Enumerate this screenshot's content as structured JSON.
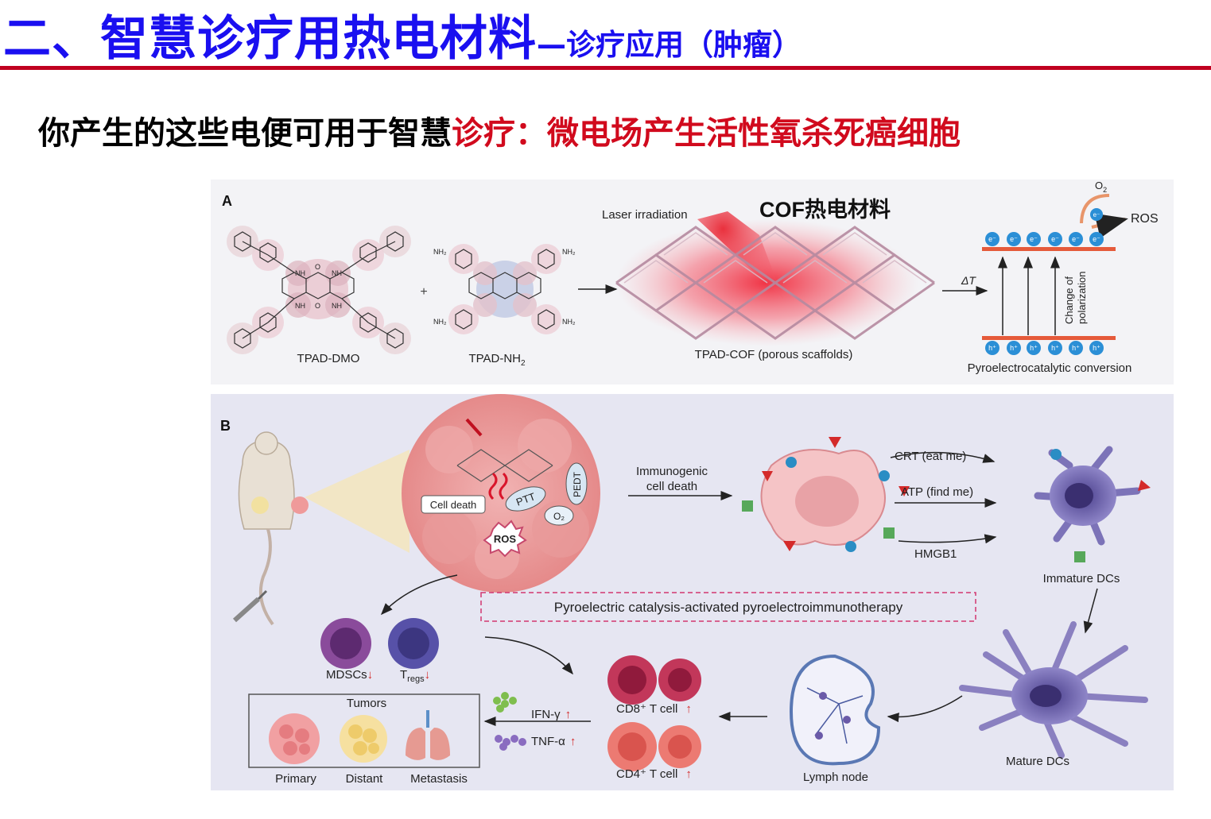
{
  "header": {
    "title_main": "二、智慧诊疗用热电材料",
    "title_sub": "—诊疗应用（肿瘤）",
    "subtitle_black": "你产生的这些电便可用于智慧",
    "subtitle_red": "诊疗：微电场产生活性氧杀死癌细胞"
  },
  "panel_a": {
    "letter": "A",
    "cof_label": "COF热电材料",
    "laser": "Laser irradiation",
    "monomer1": "TPAD-DMO",
    "monomer2": "TPAD-NH",
    "monomer2_sub": "2",
    "product": "TPAD-COF (porous scaffolds)",
    "delta_t": "ΔT",
    "o2": "O",
    "o2_sub": "2",
    "ros": "ROS",
    "polarization1": "Change of",
    "polarization2": "polarization",
    "conversion": "Pyroelectrocatalytic conversion",
    "electron": "e⁻",
    "hole": "h⁺",
    "plus": "+",
    "nh": "NH",
    "nh2": "NH₂",
    "o": "O"
  },
  "panel_b": {
    "letter": "B",
    "cell_death": "Cell death",
    "ptt": "PTT",
    "pedt": "PEDT",
    "o2": "O₂",
    "ros": "ROS",
    "immunogenic1": "Immunogenic",
    "immunogenic2": "cell death",
    "crt": "CRT (eat me)",
    "atp": "ATP (find me)",
    "hmgb1": "HMGB1",
    "immature_dcs": "Immature DCs",
    "mature_dcs": "Mature DCs",
    "banner": "Pyroelectric catalysis-activated pyroelectroimmunotherapy",
    "mdscs": "MDSCs",
    "tregs": "T",
    "tregs_sub": "regs",
    "tumors": "Tumors",
    "primary": "Primary",
    "distant": "Distant",
    "metastasis": "Metastasis",
    "ifn": "IFN-γ",
    "tnf": "TNF-α",
    "cd8": "CD8⁺ T cell",
    "cd4": "CD4⁺ T cell",
    "lymph": "Lymph node",
    "down_arrow": "↓",
    "up_arrow": "↑"
  },
  "colors": {
    "title_blue": "#1a0ff0",
    "rule_red": "#c0001f",
    "highlight_red": "#d10a1d",
    "panel_a_bg": "#f3f3f6",
    "panel_b_bg": "#e6e6f2",
    "electron_blue": "#2b8fd6"
  }
}
